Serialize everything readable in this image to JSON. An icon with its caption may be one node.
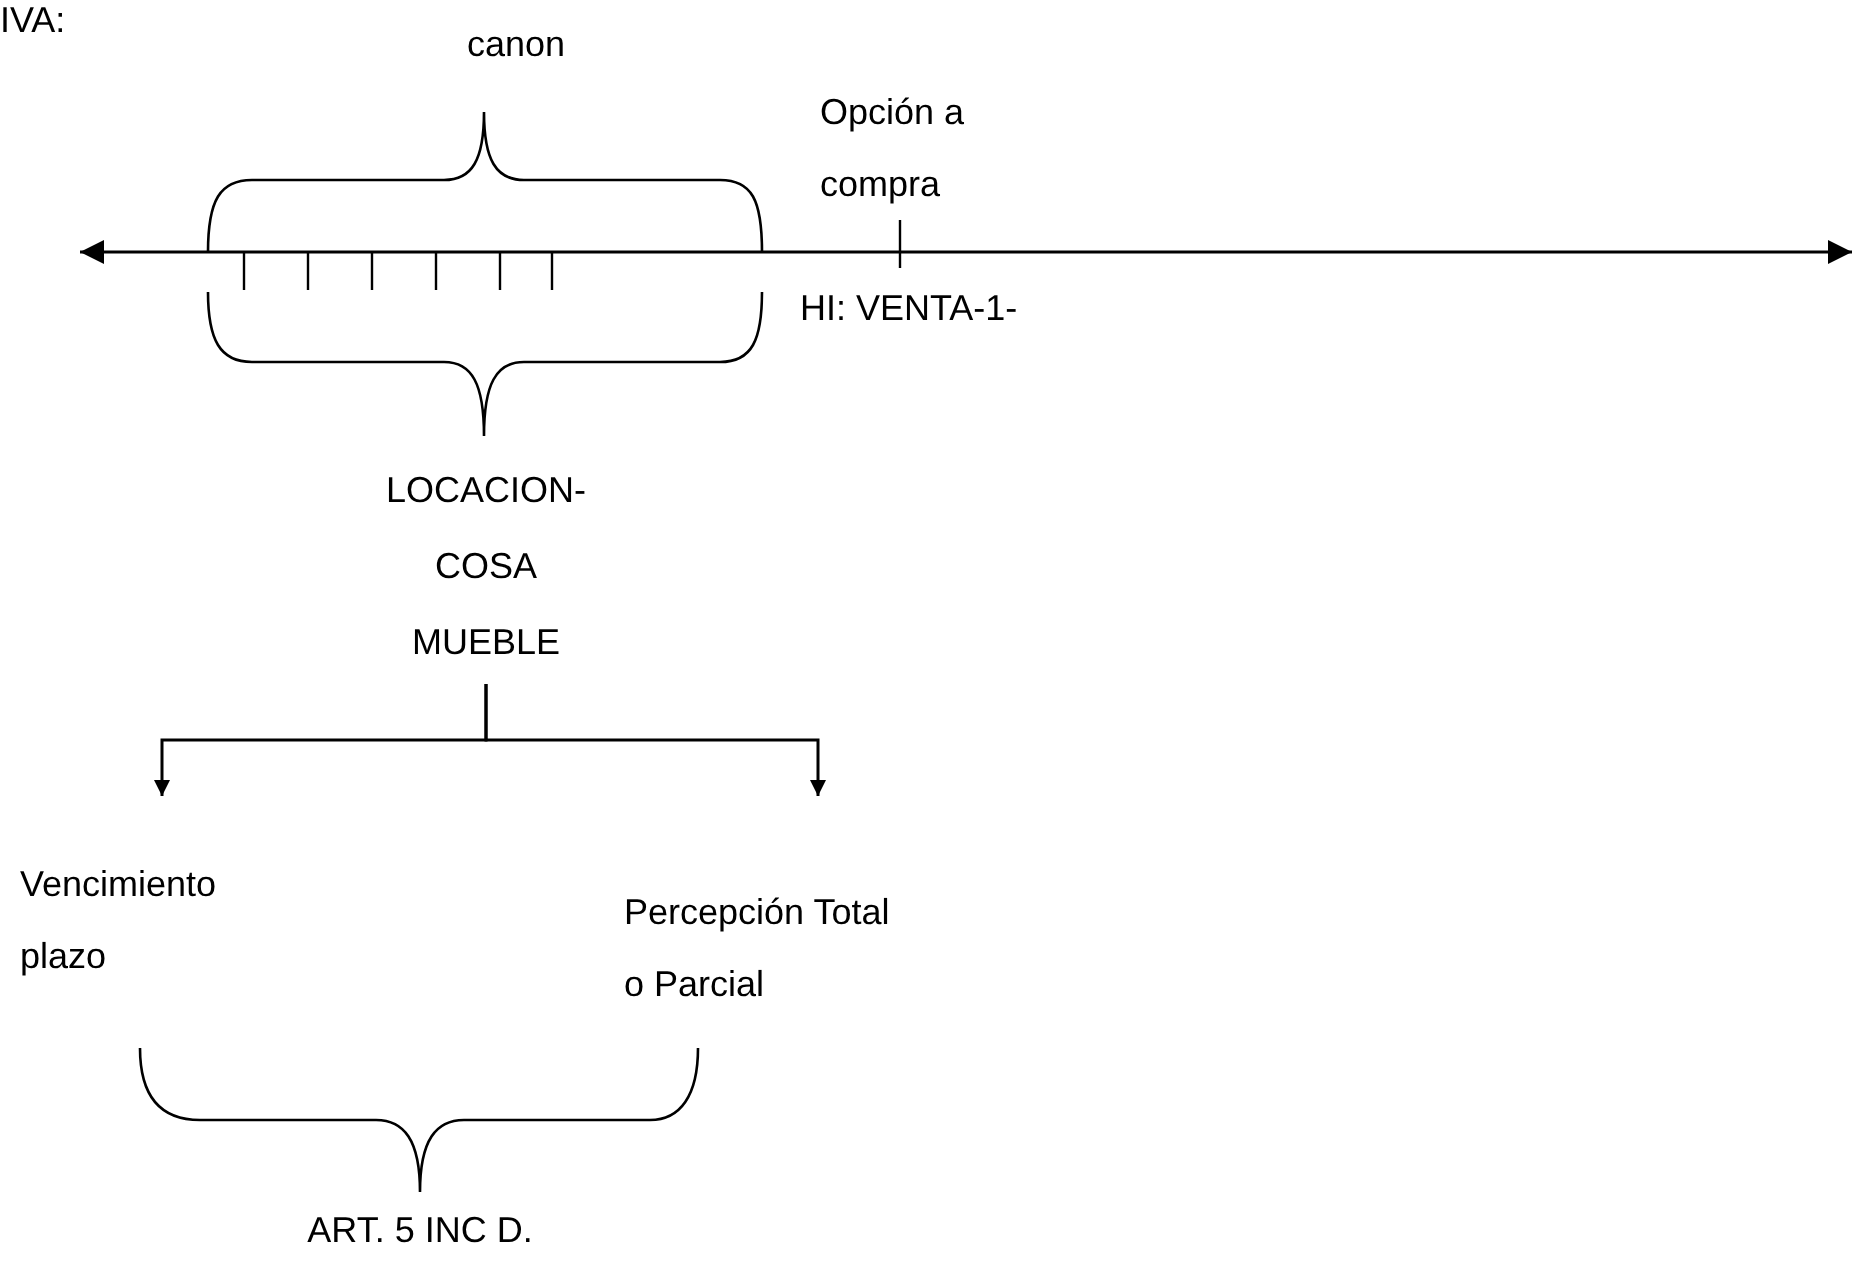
{
  "diagram": {
    "nodes": [
      {
        "text": [
          "LOCACION- COSA MUEBLE"
        ]
      },
      {
        "text": [
          "Vencimiento plazo"
        ]
      },
      {
        "text": [
          "Percepción Total o Parcial"
        ]
      }
    ],
    "edges": [
      {
        "from": 0,
        "to": 1,
        "arrow": "to"
      },
      {
        "from": 0,
        "to": 2,
        "arrow": "to"
      }
    ],
    "labels": [
      "IVA:",
      "canon",
      "Opción a compra",
      "HI: VENTA-1-",
      "ART. 5 INC D."
    ]
  }
}
